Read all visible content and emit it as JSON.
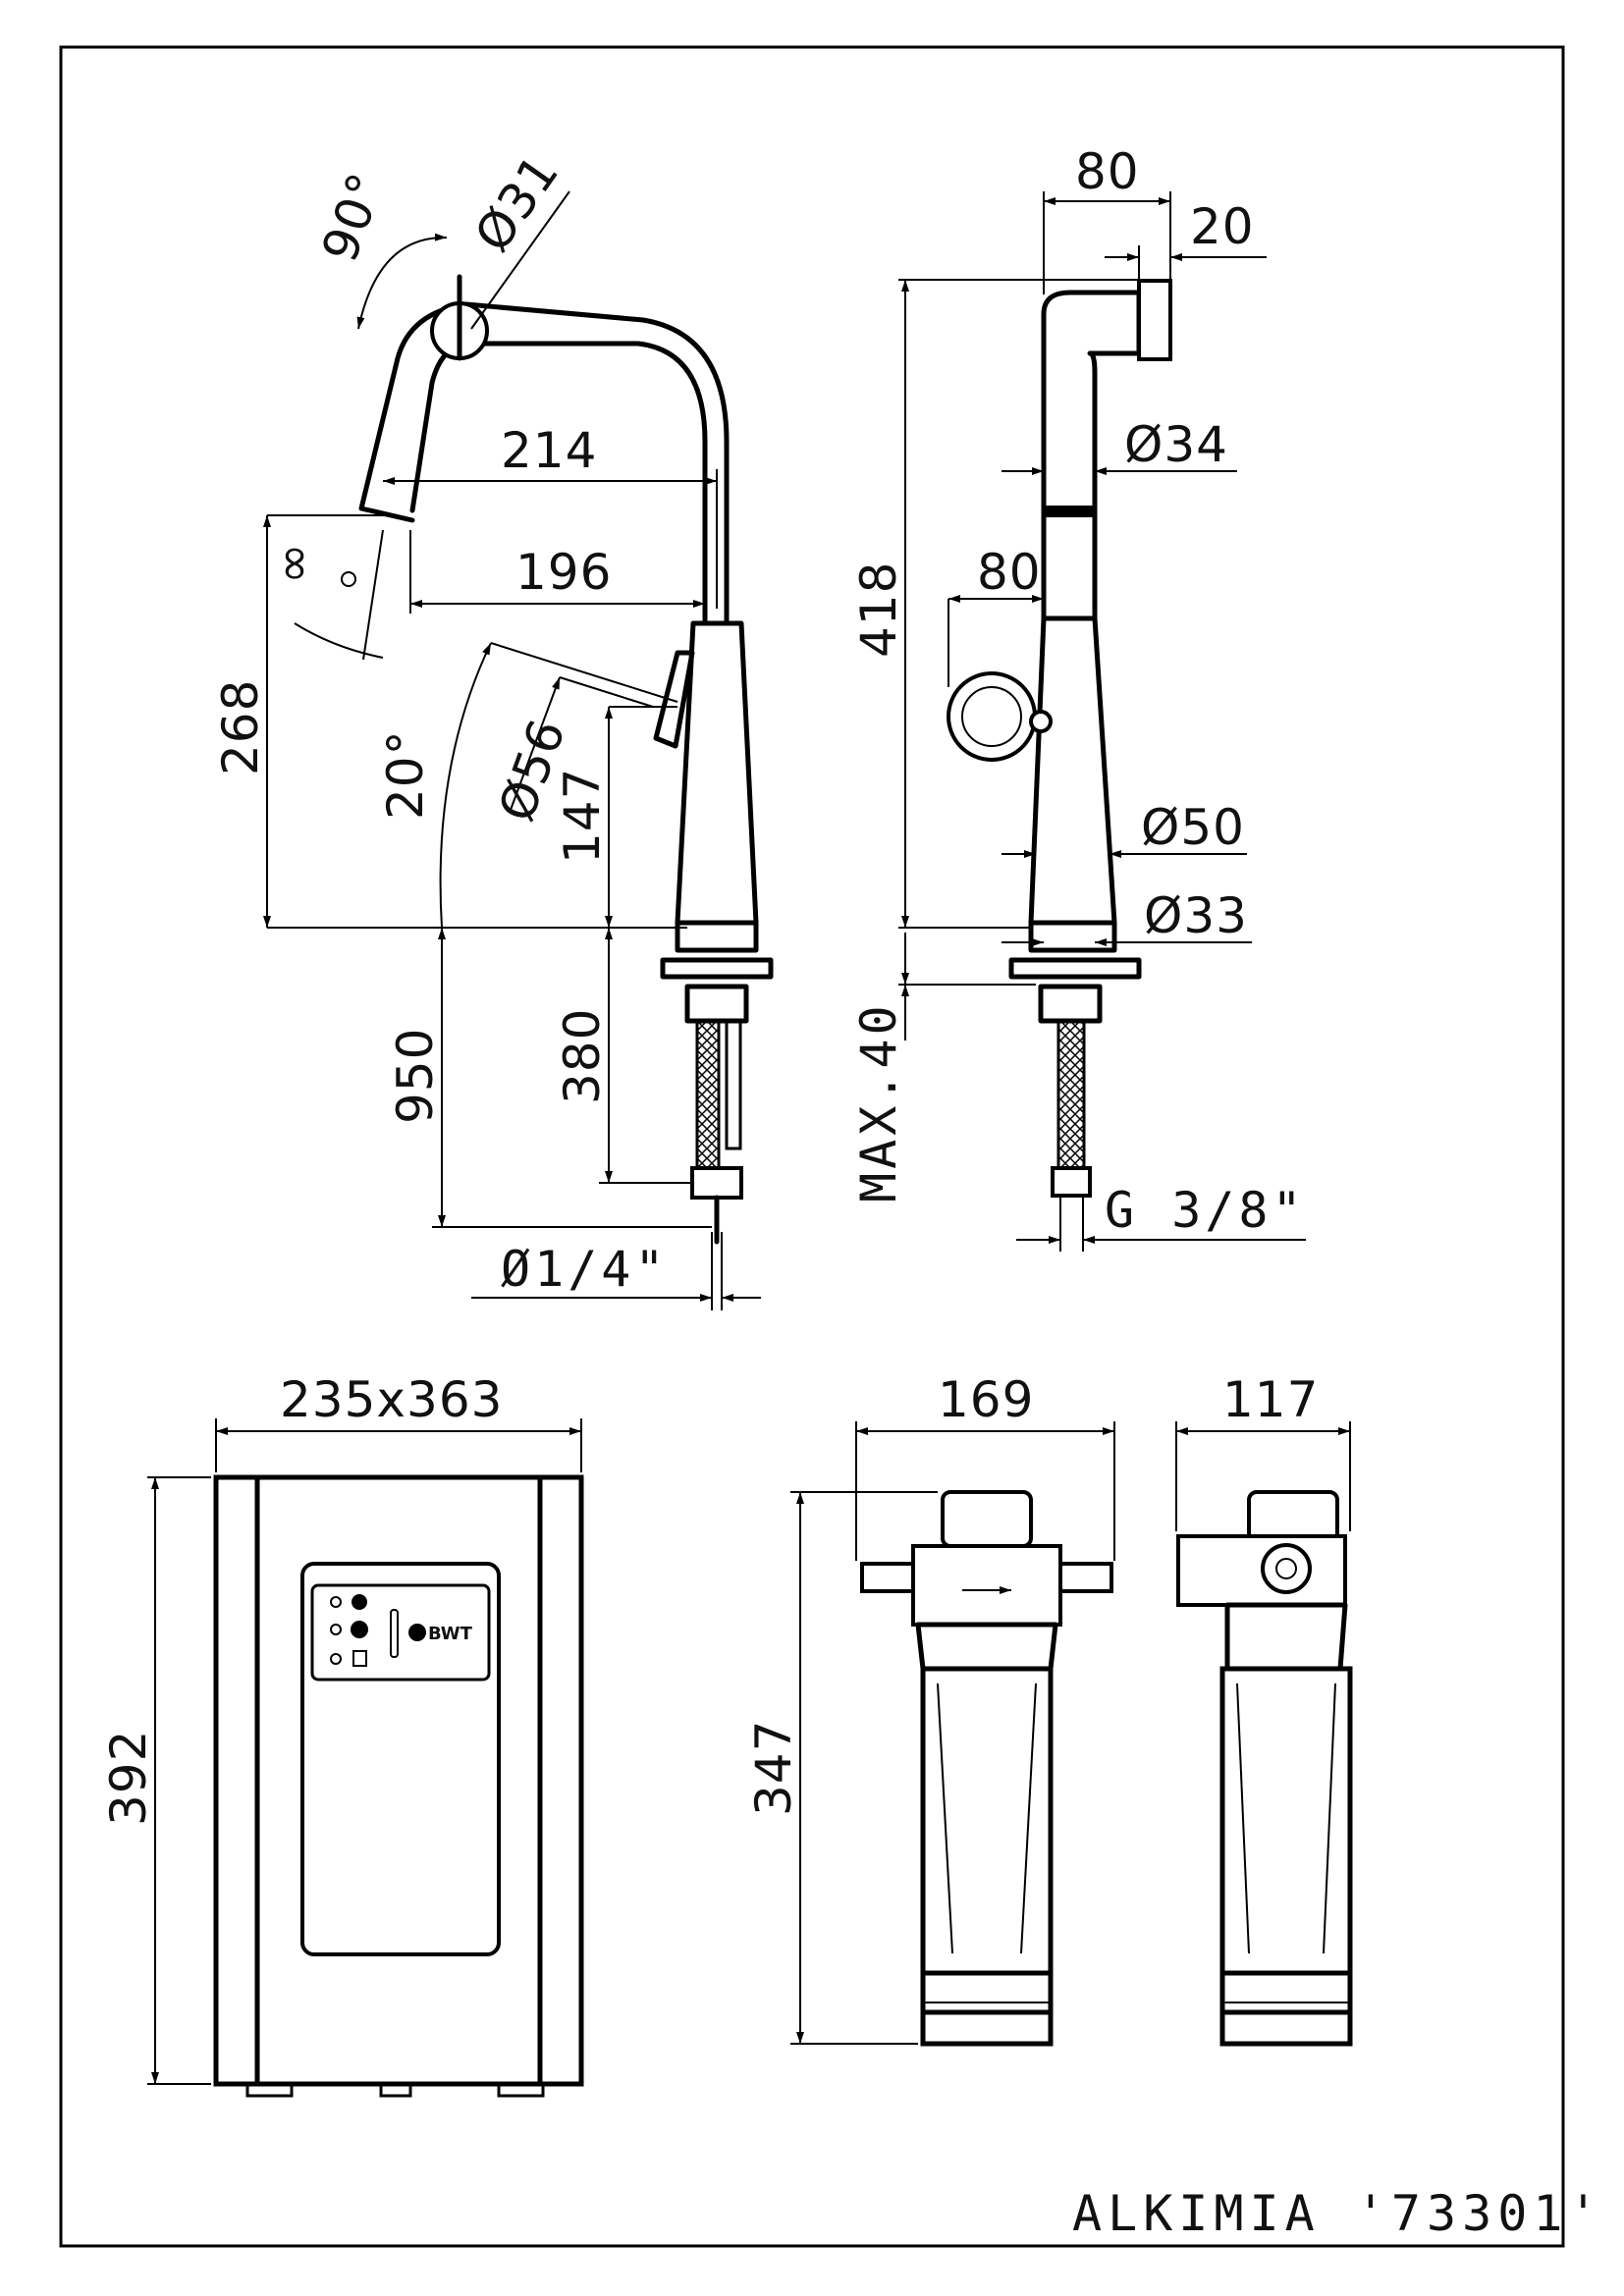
{
  "title_block": {
    "model": "ALKIMIA '73301'"
  },
  "faucet_front": {
    "angle_lever_rotation": "90°",
    "handle_diameter": "Ø31",
    "spout_reach": "214",
    "spout_to_outlet": "196",
    "spout_swivel_angle": "∞",
    "outlet_height": "268",
    "handle_tilt_angle": "20°",
    "base_diameter": "Ø56",
    "lever_height": "147",
    "hose_length_total": "950",
    "hose_length": "380",
    "connection_thread": "Ø1/4\""
  },
  "faucet_side": {
    "top_depth": "80",
    "nozzle_depth": "20",
    "spout_diameter": "Ø34",
    "total_height": "418",
    "handle_offset": "80",
    "body_diameter": "Ø50",
    "base_diameter": "Ø33",
    "max_deck_thickness": "MAX.40",
    "connection_thread": "G 3/8\""
  },
  "control_unit": {
    "footprint": "235x363",
    "height": "392",
    "brand": "BWT"
  },
  "filter_front": {
    "width": "169",
    "height": "347"
  },
  "filter_side": {
    "width": "117"
  },
  "colors": {
    "line": "#000000",
    "paper": "#ffffff"
  }
}
